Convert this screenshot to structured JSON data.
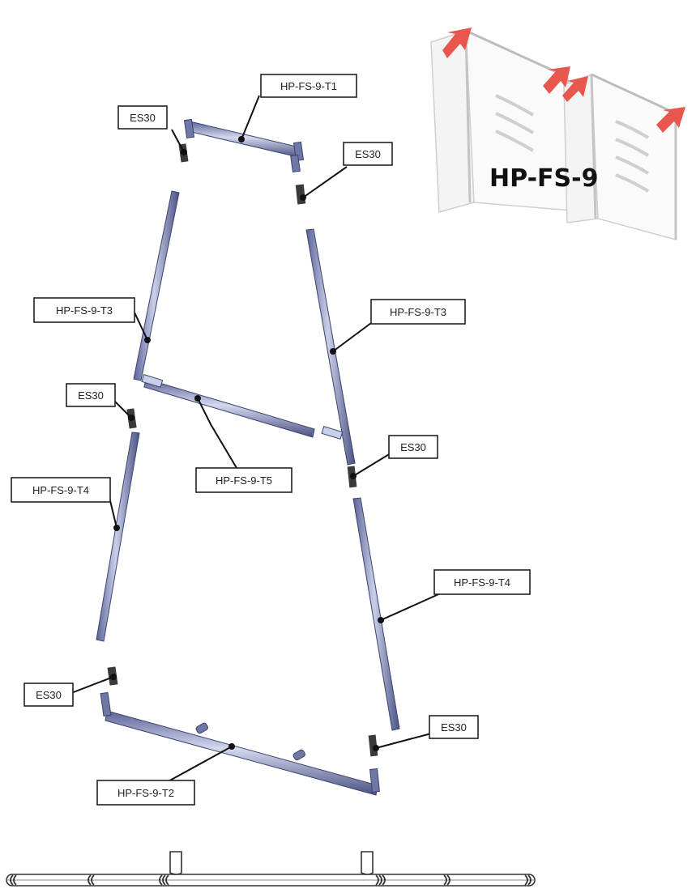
{
  "product": {
    "title": "HP-FS-9"
  },
  "colors": {
    "tube_fill": "#b7bfdc",
    "tube_edge": "#3b4370",
    "connector": "#3a3a3a",
    "arrow_accent": "#e8574e"
  },
  "callouts": {
    "t1": "HP-FS-9-T1",
    "t2": "HP-FS-9-T2",
    "t3_left": "HP-FS-9-T3",
    "t3_right": "HP-FS-9-T3",
    "t4_left": "HP-FS-9-T4",
    "t4_right": "HP-FS-9-T4",
    "t5": "HP-FS-9-T5",
    "es30_top_left": "ES30",
    "es30_top_right": "ES30",
    "es30_mid_left": "ES30",
    "es30_mid_right": "ES30",
    "es30_bottom_left": "ES30",
    "es30_bottom_right": "ES30"
  }
}
